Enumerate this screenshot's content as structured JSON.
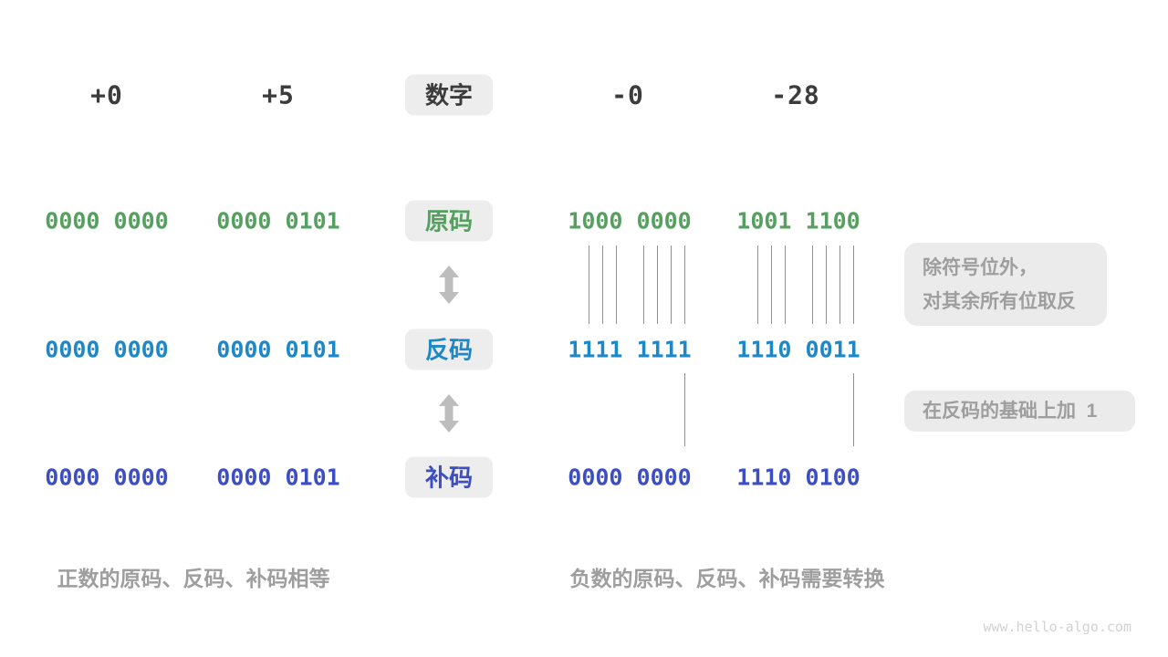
{
  "palette": {
    "dark_text": "#3c3c3c",
    "sign_magnitude_green": "#55a05e",
    "ones_complement_blue": "#1e88c7",
    "twos_complement_indigo": "#3d4ec2",
    "chip_background": "#ededed",
    "note_background": "#ebebeb",
    "gray_text": "#9e9e9e",
    "arrow_gray": "#bdbdbd",
    "connector_line_gray": "#8f8f8f",
    "watermark_gray": "#d2d2d2"
  },
  "header": {
    "label": "数字",
    "values": [
      "+0",
      "+5",
      "-0",
      "-28"
    ]
  },
  "rows": [
    {
      "key": "sign_magnitude",
      "label": "原码",
      "color": "#55a05e",
      "values": [
        "0000 0000",
        "0000 0101",
        "1000 0000",
        "1001 1100"
      ]
    },
    {
      "key": "ones_complement",
      "label": "反码",
      "color": "#1e88c7",
      "values": [
        "0000 0000",
        "0000 0101",
        "1111 1111",
        "1110 0011"
      ]
    },
    {
      "key": "twos_complement",
      "label": "补码",
      "color": "#3d4ec2",
      "values": [
        "0000 0000",
        "0000 0101",
        "0000 0000",
        "1110 0100"
      ]
    }
  ],
  "notes": [
    {
      "lines": [
        "除符号位外，",
        "对其余所有位取反"
      ]
    },
    {
      "lines": [
        "在反码的基础上加  1"
      ]
    }
  ],
  "captions": {
    "left": "正数的原码、反码、补码相等",
    "right": "负数的原码、反码、补码需要转换"
  },
  "watermark": "www.hello-algo.com"
}
